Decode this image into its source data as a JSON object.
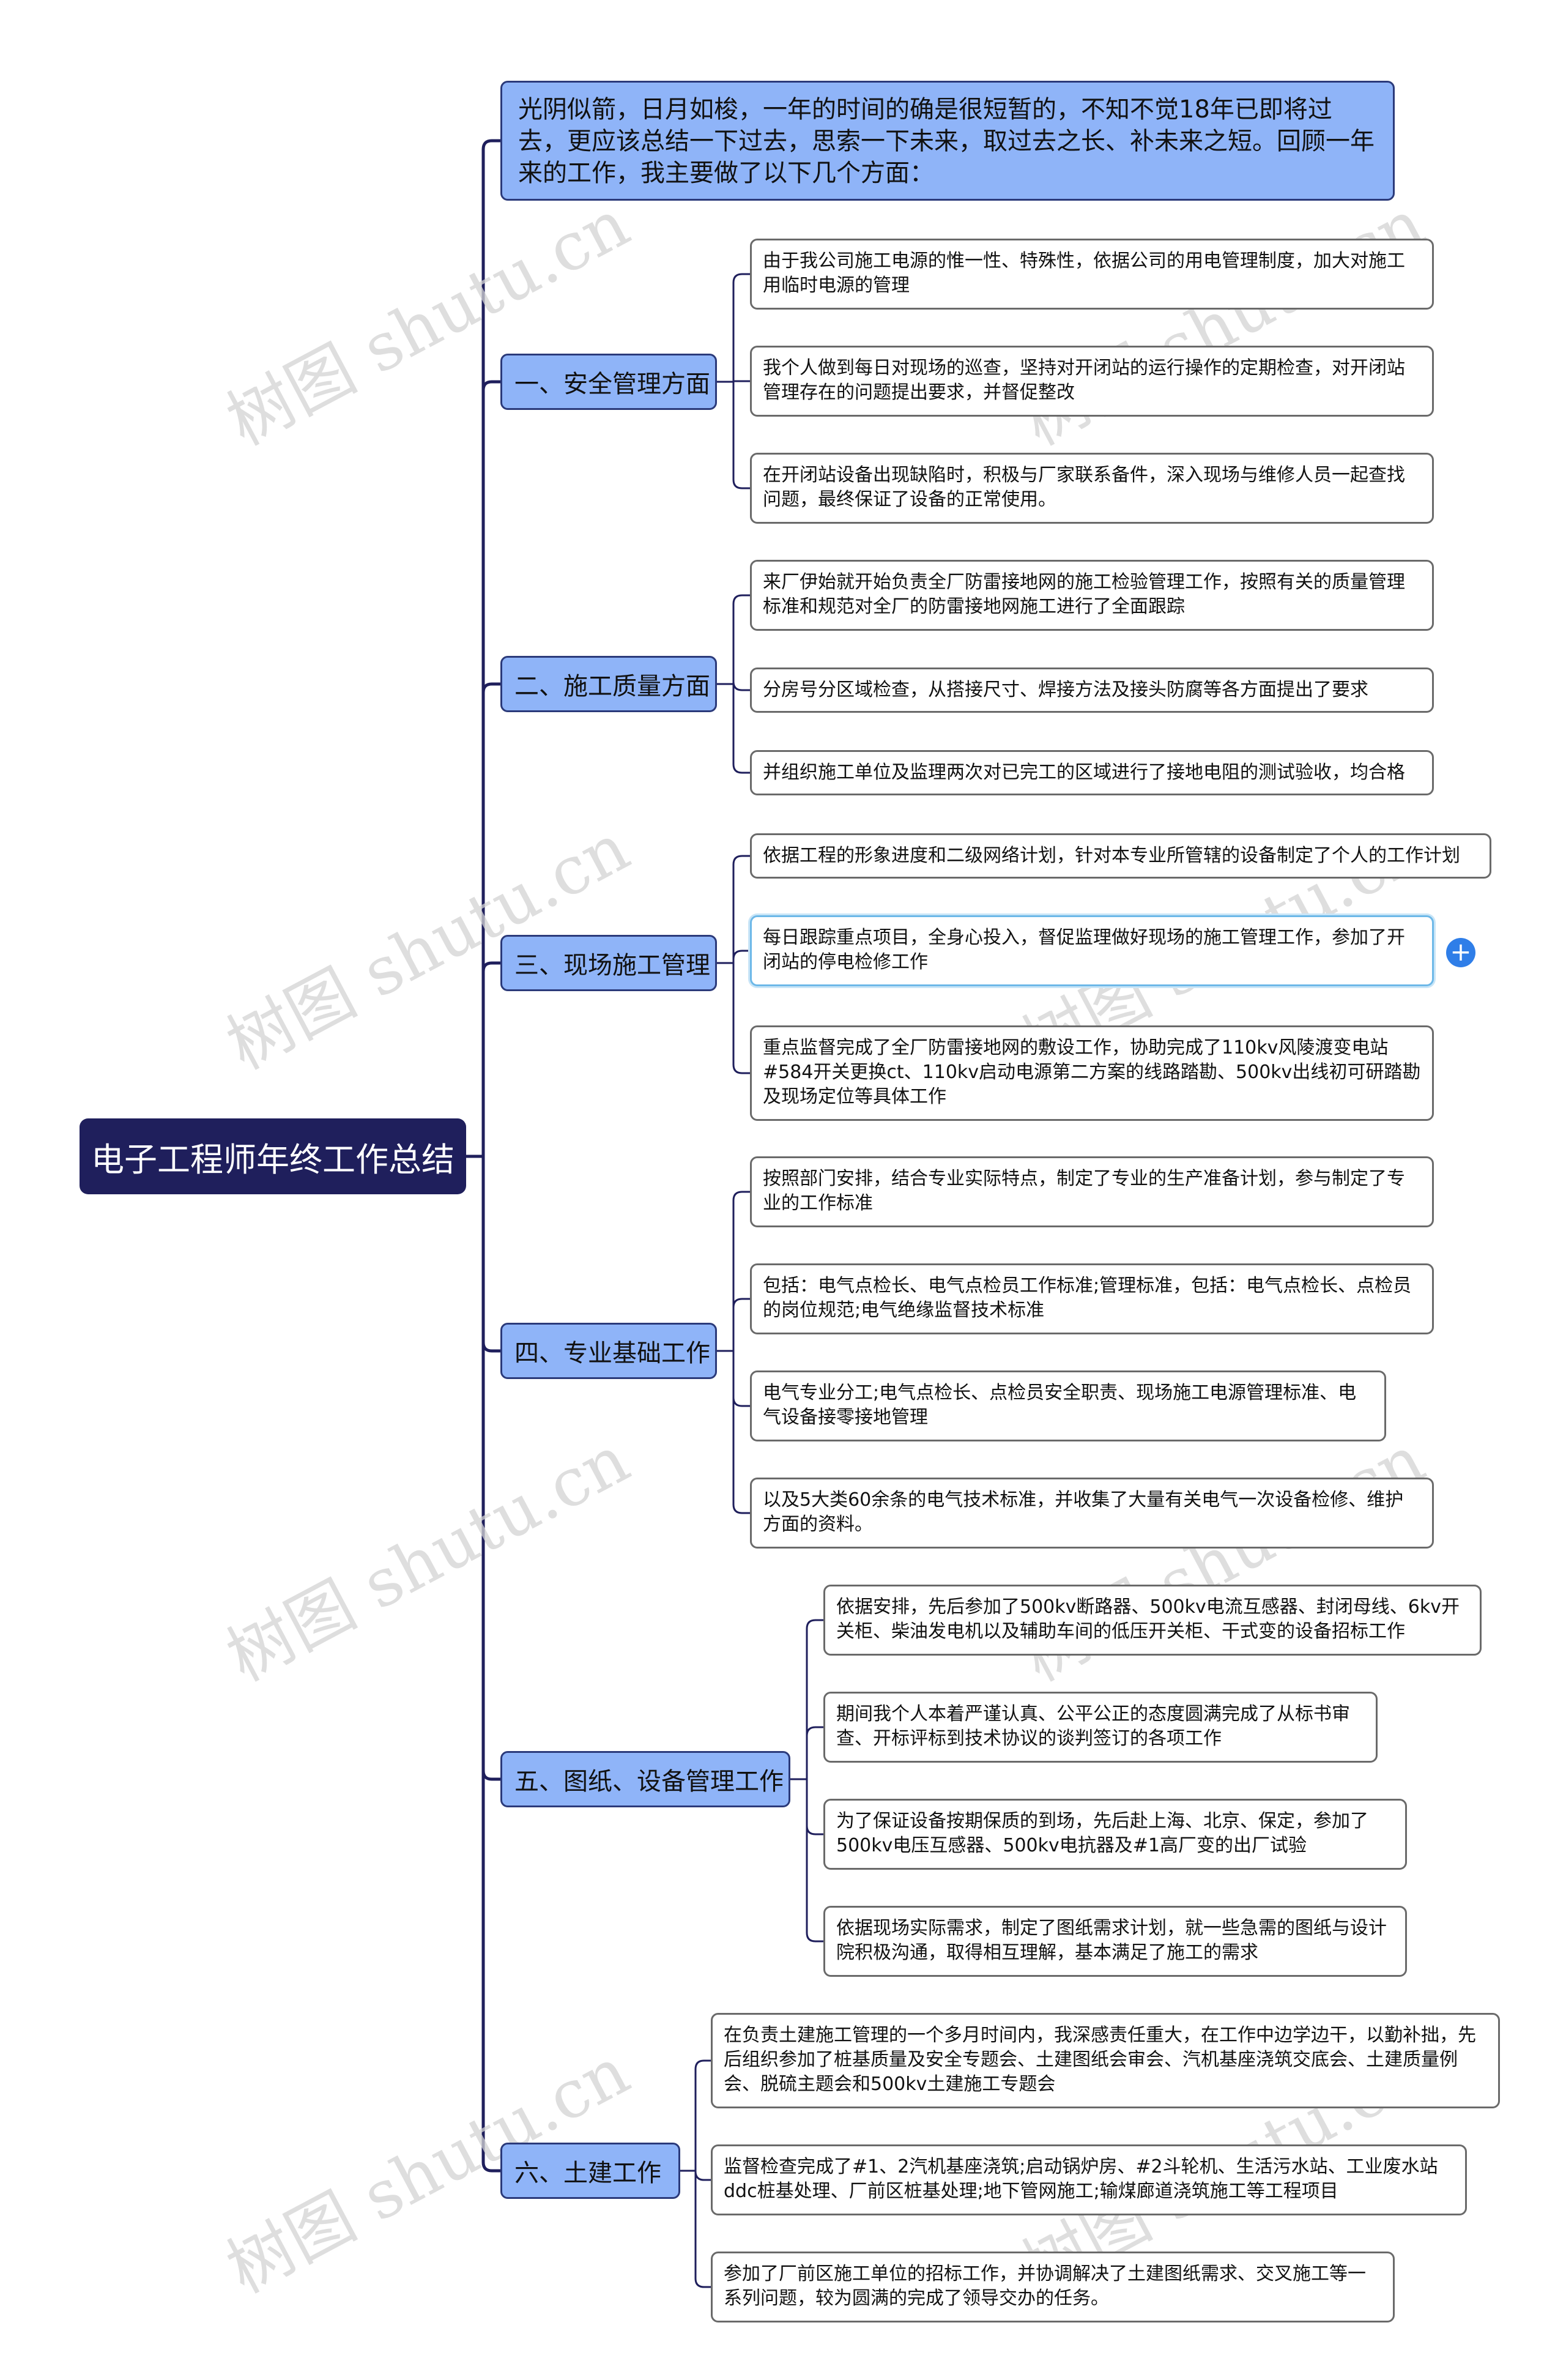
{
  "root": {
    "label": "电子工程师年终工作总结"
  },
  "intro": {
    "text": "光阴似箭，日月如梭，一年的时间的确是很短暂的，不知不觉18年已即将过去，更应该总结一下过去，思索一下未来，取过去之长、补未来之短。回顾一年来的工作，我主要做了以下几个方面："
  },
  "branches": [
    {
      "label": "一、安全管理方面",
      "items": [
        "由于我公司施工电源的惟一性、特殊性，依据公司的用电管理制度，加大对施工用临时电源的管理",
        "我个人做到每日对现场的巡查，坚持对开闭站的运行操作的定期检查，对开闭站管理存在的问题提出要求，并督促整改",
        "在开闭站设备出现缺陷时，积极与厂家联系备件，深入现场与维修人员一起查找问题，最终保证了设备的正常使用。"
      ]
    },
    {
      "label": "二、施工质量方面",
      "items": [
        "来厂伊始就开始负责全厂防雷接地网的施工检验管理工作，按照有关的质量管理标准和规范对全厂的防雷接地网施工进行了全面跟踪",
        "分房号分区域检查，从搭接尺寸、焊接方法及接头防腐等各方面提出了要求",
        "并组织施工单位及监理两次对已完工的区域进行了接地电阻的测试验收，均合格"
      ]
    },
    {
      "label": "三、现场施工管理",
      "items": [
        "依据工程的形象进度和二级网络计划，针对本专业所管辖的设备制定了个人的工作计划",
        "每日跟踪重点项目，全身心投入，督促监理做好现场的施工管理工作，参加了开闭站的停电检修工作",
        "重点监督完成了全厂防雷接地网的敷设工作，协助完成了110kv风陵渡变电站#584开关更换ct、110kv启动电源第二方案的线路踏勘、500kv出线初可研踏勘及现场定位等具体工作"
      ]
    },
    {
      "label": "四、专业基础工作",
      "items": [
        "按照部门安排，结合专业实际特点，制定了专业的生产准备计划，参与制定了专业的工作标准",
        "包括：电气点检长、电气点检员工作标准;管理标准，包括：电气点检长、点检员的岗位规范;电气绝缘监督技术标准",
        "电气专业分工;电气点检长、点检员安全职责、现场施工电源管理标准、电气设备接零接地管理",
        "以及5大类60余条的电气技术标准，并收集了大量有关电气一次设备检修、维护方面的资料。"
      ]
    },
    {
      "label": "五、图纸、设备管理工作",
      "items": [
        "依据安排，先后参加了500kv断路器、500kv电流互感器、封闭母线、6kv开关柜、柴油发电机以及辅助车间的低压开关柜、干式变的设备招标工作",
        "期间我个人本着严谨认真、公平公正的态度圆满完成了从标书审查、开标评标到技术协议的谈判签订的各项工作",
        "为了保证设备按期保质的到场，先后赴上海、北京、保定，参加了500kv电压互感器、500kv电抗器及#1高厂变的出厂试验",
        "依据现场实际需求，制定了图纸需求计划，就一些急需的图纸与设计院积极沟通，取得相互理解，基本满足了施工的需求"
      ]
    },
    {
      "label": "六、土建工作",
      "items": [
        "在负责土建施工管理的一个多月时间内，我深感责任重大，在工作中边学边干，以勤补拙，先后组织参加了桩基质量及安全专题会、土建图纸会审会、汽机基座浇筑交底会、土建质量例会、脱硫主题会和500kv土建施工专题会",
        "监督检查完成了#1、2汽机基座浇筑;启动锅炉房、#2斗轮机、生活污水站、工业废水站ddc桩基处理、厂前区桩基处理;地下管网施工;输煤廊道浇筑施工等工程项目",
        "参加了厂前区施工单位的招标工作，并协调解决了土建图纸需求、交叉施工等一系列问题，较为圆满的完成了领导交办的任务。"
      ]
    }
  ],
  "watermark": "树图 shutu.cn",
  "colors": {
    "root_bg": "#1f1f5c",
    "branch_bg": "#8fb4f8",
    "line": "#1f1f5c",
    "plus": "#2f7ee8"
  }
}
